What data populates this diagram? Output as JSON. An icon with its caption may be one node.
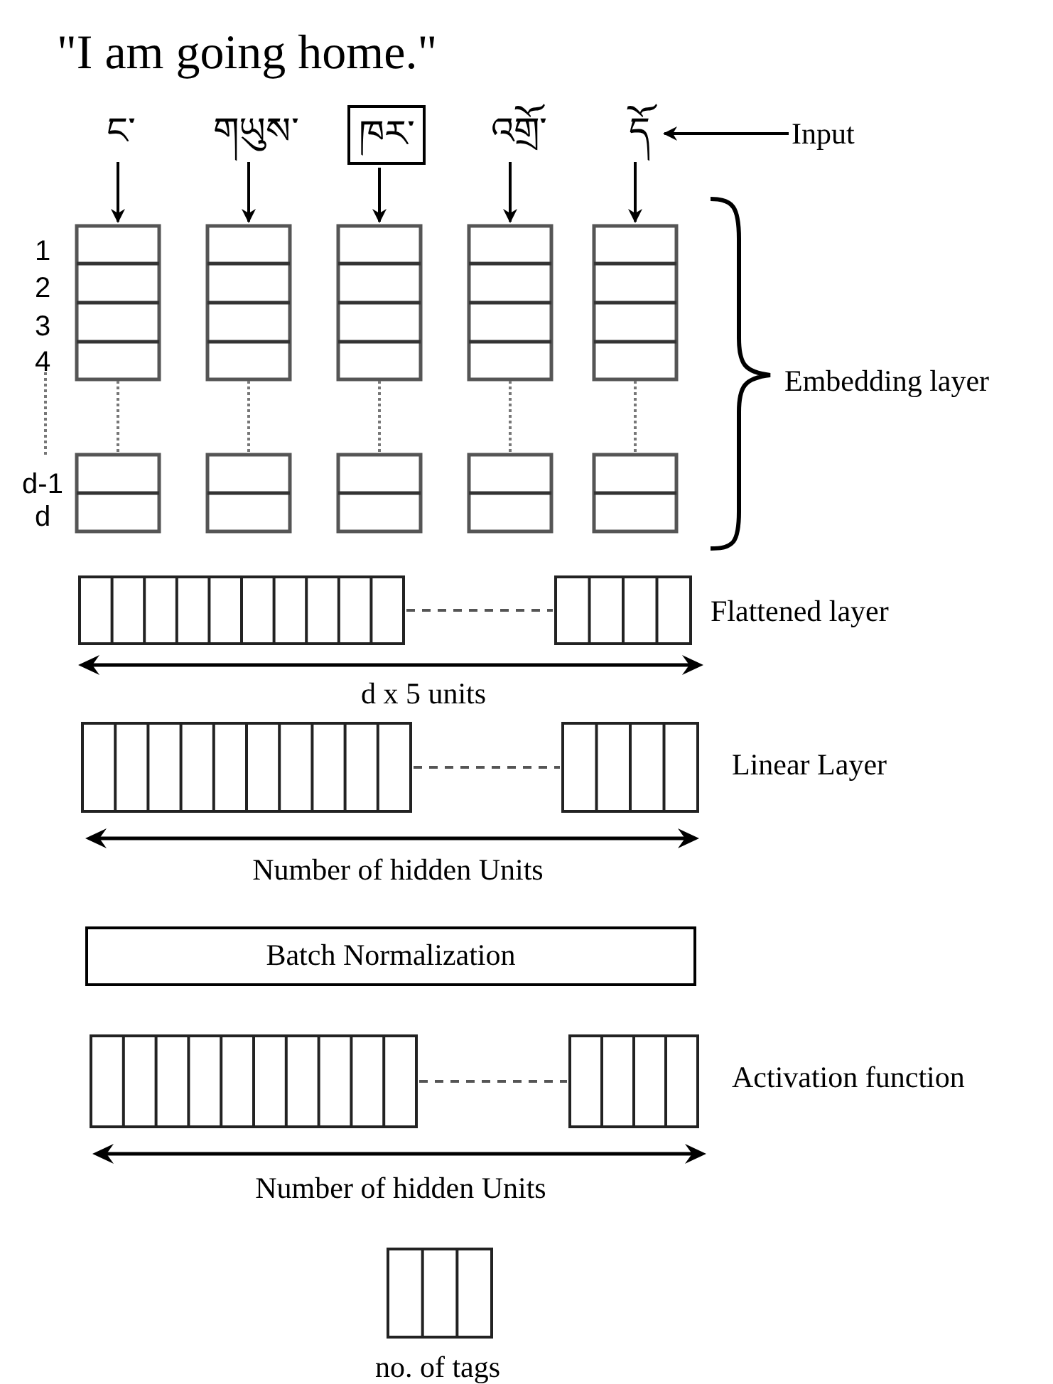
{
  "diagram": {
    "title": "\"I am going home.\"",
    "nodes": [
      {
        "text": [
          "ང་"
        ]
      },
      {
        "text": [
          "གཡུས་"
        ]
      },
      {
        "text": [
          "ཁར་"
        ]
      },
      {
        "text": [
          "འགྲོ་"
        ]
      },
      {
        "text": [
          "དོ"
        ]
      },
      {
        "text": [],
        "shape": "box"
      },
      {
        "text": [],
        "shape": "box"
      },
      {
        "text": [],
        "shape": "box"
      },
      {
        "text": [],
        "shape": "box"
      },
      {
        "text": [],
        "shape": "box"
      },
      {
        "text": [
          "Input"
        ]
      },
      {
        "text": [
          "Batch Normalization"
        ]
      }
    ],
    "edges": [
      {
        "from": 0,
        "to": 5,
        "arrow": "to"
      },
      {
        "from": 1,
        "to": 6,
        "arrow": "to"
      },
      {
        "from": 2,
        "to": 7,
        "arrow": "to"
      },
      {
        "from": 3,
        "to": 8,
        "arrow": "to"
      },
      {
        "from": 4,
        "to": 9,
        "arrow": "to"
      },
      {
        "from": 10,
        "to": 4,
        "arrow": "to"
      }
    ],
    "labels": [
      "1",
      "2",
      "3",
      "4",
      "d-1",
      "d",
      "Embedding layer",
      "Flattened layer",
      "d x 5 units",
      "Linear Layer",
      "Number of hidden Units",
      "Activation function",
      "Number of hidden Units",
      "no. of tags"
    ]
  }
}
